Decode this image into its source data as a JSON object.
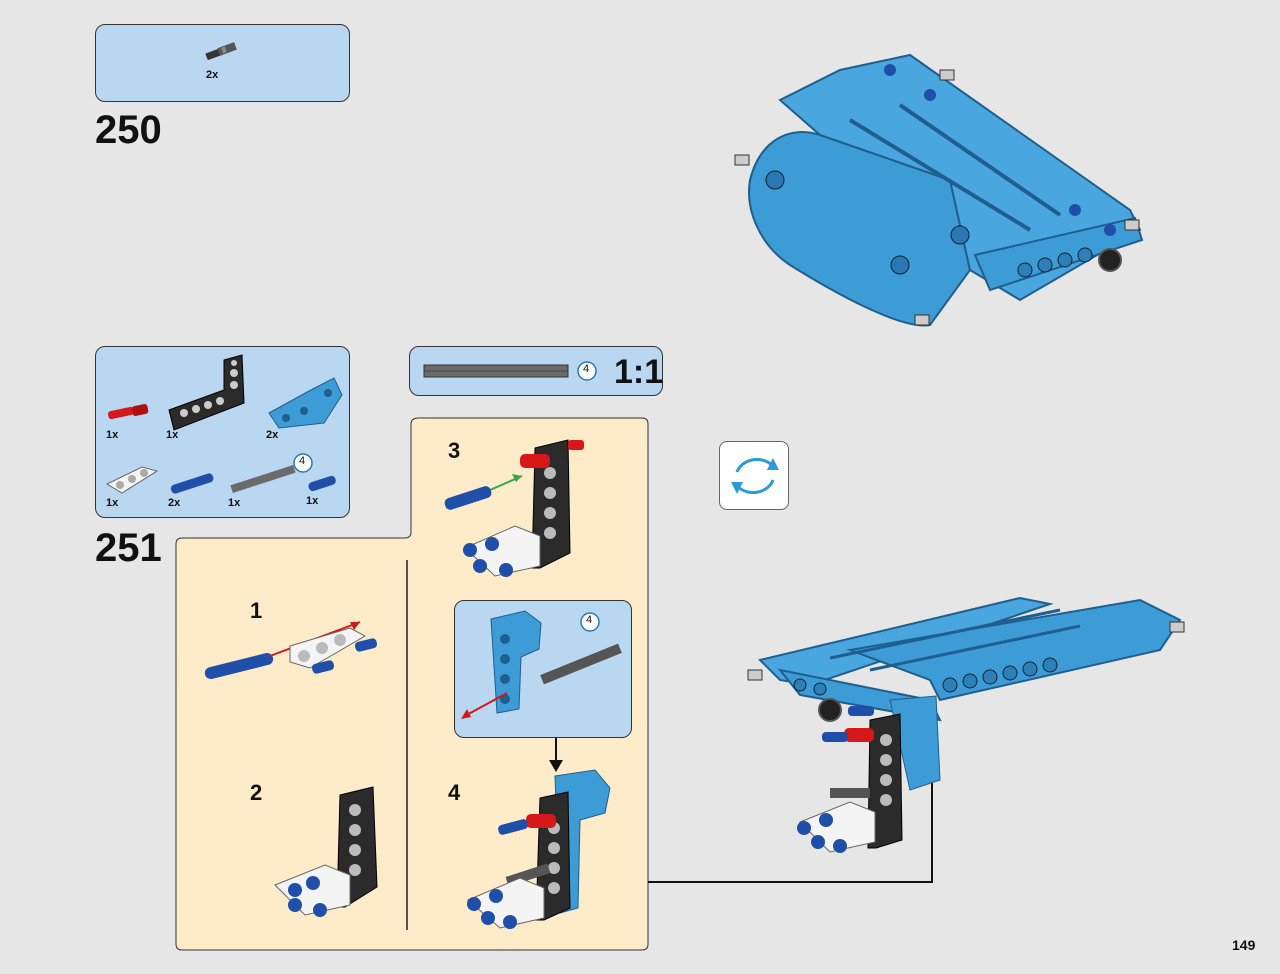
{
  "page_number": "149",
  "step250": {
    "number": "250",
    "parts": [
      {
        "qty": "2x",
        "icon": "pin-with-axle-icon"
      }
    ]
  },
  "step251": {
    "number": "251",
    "parts": [
      {
        "qty": "1x",
        "icon": "red-pin-icon"
      },
      {
        "qty": "1x",
        "icon": "black-l-beam-icon"
      },
      {
        "qty": "2x",
        "icon": "blue-angled-beam-icon"
      },
      {
        "qty": "1x",
        "icon": "white-beam-3-icon"
      },
      {
        "qty": "2x",
        "icon": "blue-axle-pin-icon"
      },
      {
        "qty": "1x",
        "icon": "grey-axle-icon",
        "length": "4"
      },
      {
        "qty": "1x",
        "icon": "blue-short-pin-icon"
      }
    ],
    "scale_callout": {
      "length": "4",
      "ratio": "1:1"
    },
    "substeps": [
      "1",
      "2",
      "3",
      "4"
    ],
    "inset_axle_length": "4"
  },
  "colors": {
    "page_bg": "#e6e6e6",
    "parts_box": "#b9d7f1",
    "submodel_bg": "#fdebc9",
    "technic_blue": "#3d9bd6",
    "technic_dark_blue": "#1f4fa8",
    "pin_red": "#d61818",
    "beam_black": "#2b2b2b",
    "axle_grey": "#6b6b6b"
  }
}
